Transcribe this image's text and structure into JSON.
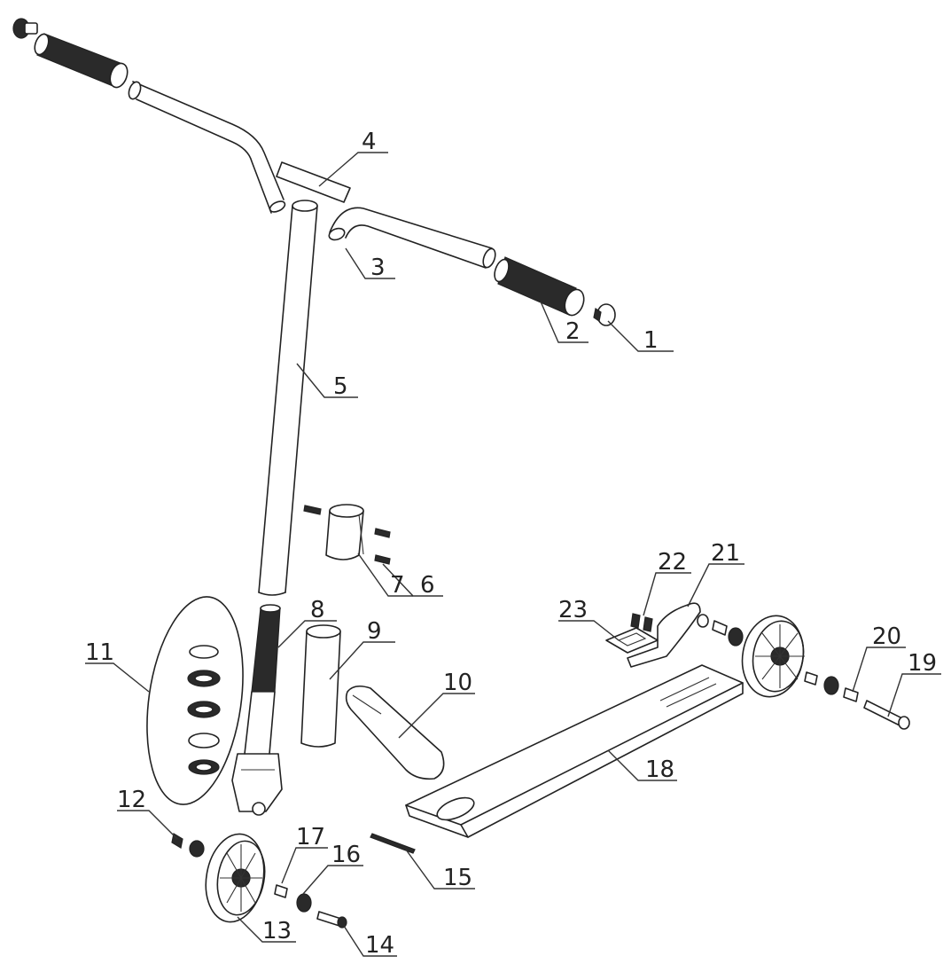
{
  "diagram": {
    "labels": [
      "1",
      "2",
      "3",
      "4",
      "5",
      "6",
      "7",
      "8",
      "9",
      "10",
      "11",
      "12",
      "13",
      "14",
      "15",
      "16",
      "17",
      "18",
      "19",
      "20",
      "21",
      "22",
      "23"
    ]
  },
  "colors": {
    "line": "#222222",
    "background": "#ffffff"
  }
}
